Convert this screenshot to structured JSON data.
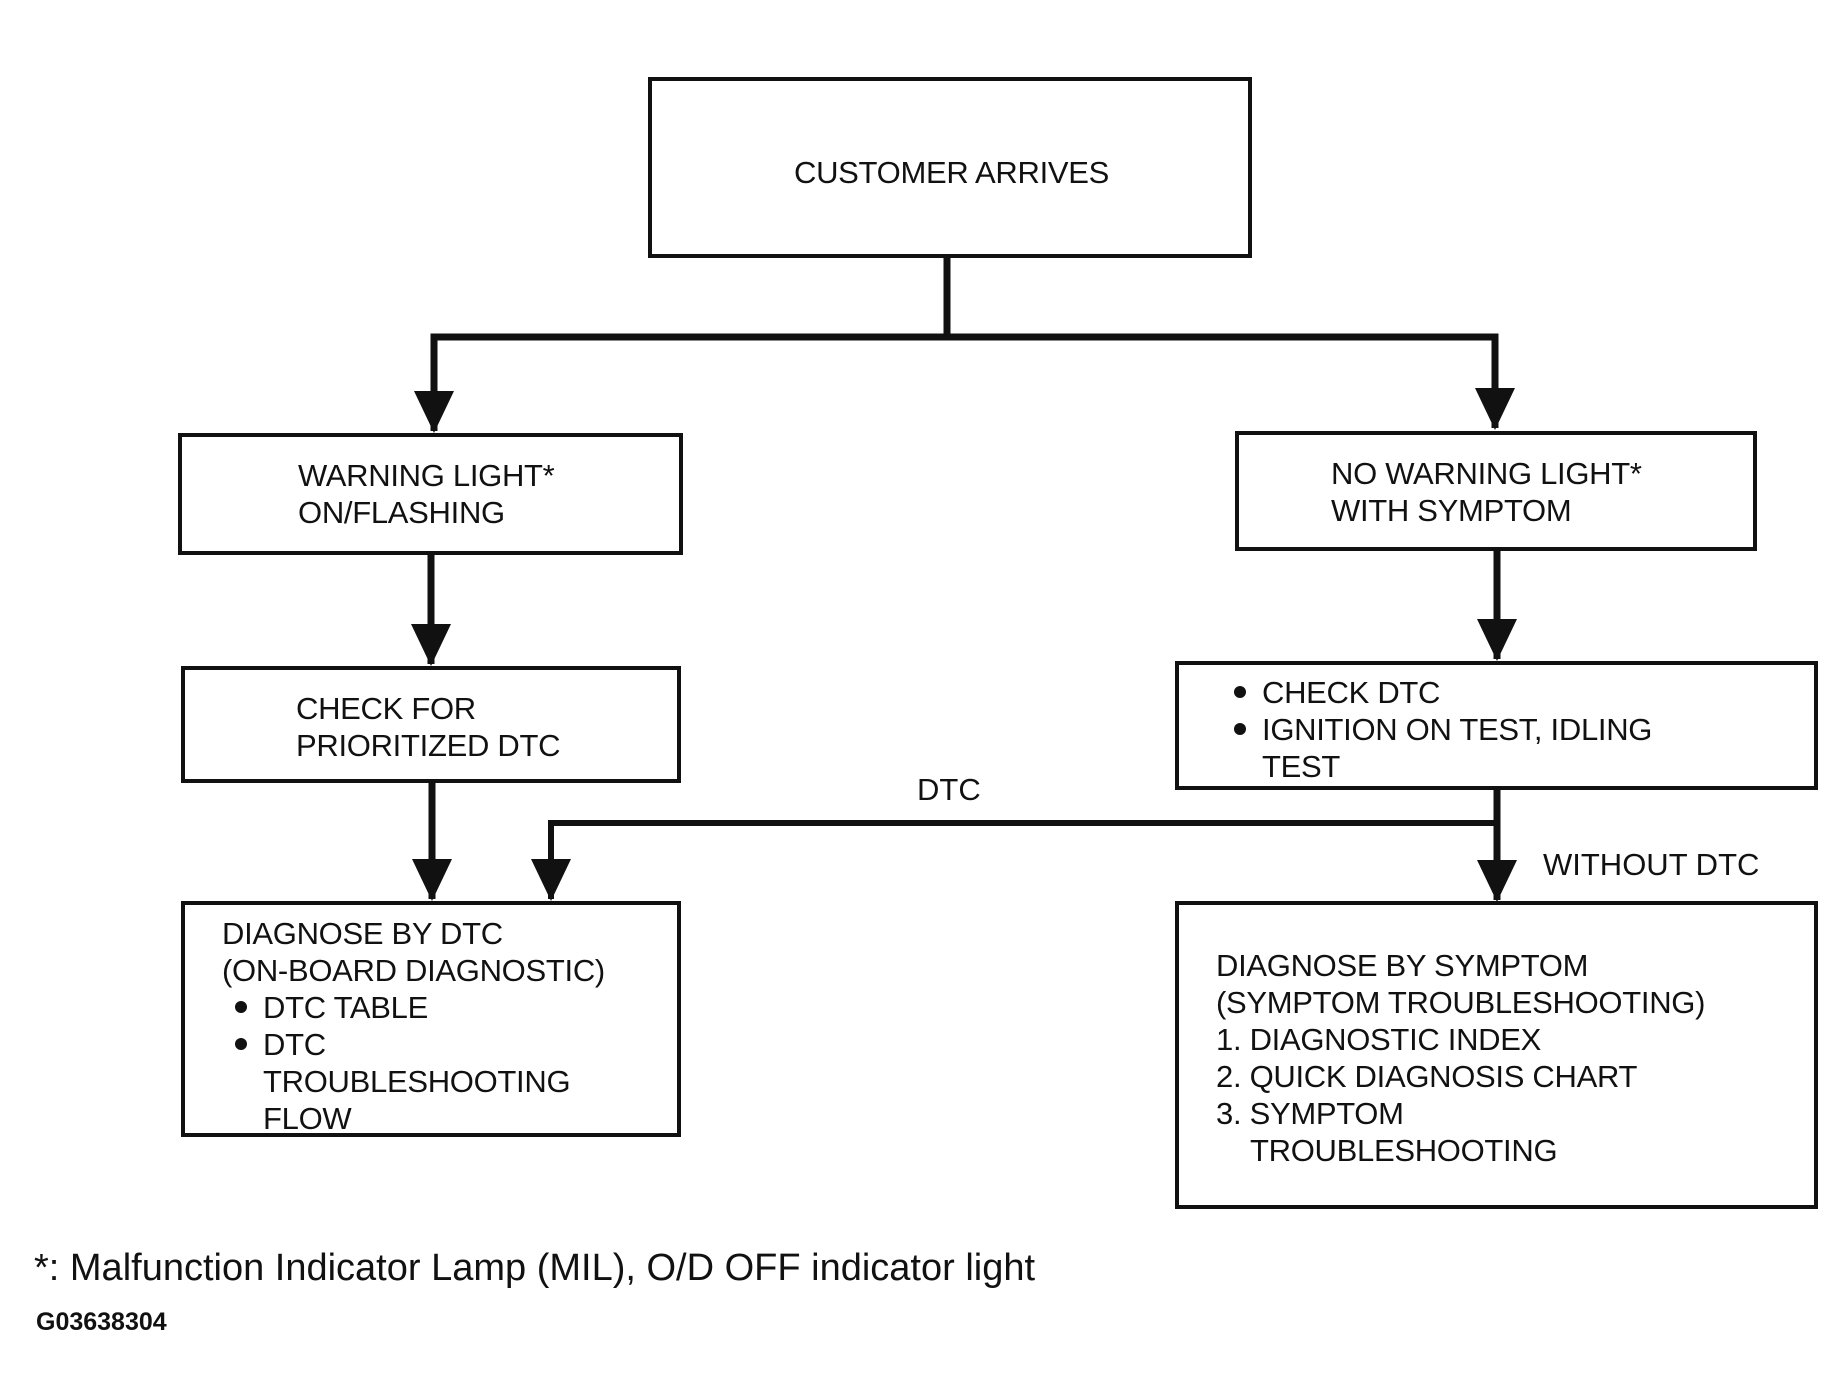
{
  "diagram": {
    "nodes": {
      "customer_arrives": {
        "lines": [
          "CUSTOMER ARRIVES"
        ]
      },
      "warning_light": {
        "lines": [
          "WARNING LIGHT*",
          "ON/FLASHING"
        ]
      },
      "no_warning_light": {
        "lines": [
          "NO WARNING LIGHT*",
          "WITH SYMPTOM"
        ]
      },
      "check_prioritized": {
        "lines": [
          "CHECK FOR",
          "PRIORITIZED DTC"
        ]
      },
      "check_dtc": {
        "bullets": [
          [
            "CHECK DTC"
          ],
          [
            "IGNITION ON TEST, IDLING",
            "TEST"
          ]
        ]
      },
      "diagnose_dtc": {
        "lines": [
          "DIAGNOSE BY DTC",
          "(ON-BOARD DIAGNOSTIC)"
        ],
        "bullets": [
          [
            "DTC TABLE"
          ],
          [
            "DTC",
            "TROUBLESHOOTING",
            "FLOW"
          ]
        ]
      },
      "diagnose_symptom": {
        "lines": [
          "DIAGNOSE BY SYMPTOM",
          "(SYMPTOM TROUBLESHOOTING)"
        ],
        "items": [
          [
            "1. DIAGNOSTIC INDEX"
          ],
          [
            "2. QUICK DIAGNOSIS CHART"
          ],
          [
            "3. SYMPTOM",
            "TROUBLESHOOTING"
          ]
        ]
      }
    },
    "edges": [
      {
        "from": "customer_arrives",
        "to": "warning_light",
        "label": ""
      },
      {
        "from": "customer_arrives",
        "to": "no_warning_light",
        "label": ""
      },
      {
        "from": "warning_light",
        "to": "check_prioritized",
        "label": ""
      },
      {
        "from": "no_warning_light",
        "to": "check_dtc",
        "label": ""
      },
      {
        "from": "check_prioritized",
        "to": "diagnose_dtc",
        "label": ""
      },
      {
        "from": "check_dtc",
        "to": "diagnose_dtc",
        "label": "DTC"
      },
      {
        "from": "check_dtc",
        "to": "diagnose_symptom",
        "label": "WITHOUT DTC"
      }
    ],
    "edge_labels": {
      "dtc": "DTC",
      "without_dtc": "WITHOUT DTC"
    }
  },
  "footnote": "*: Malfunction Indicator Lamp (MIL), O/D OFF indicator light",
  "figure_id": "G03638304",
  "colors": {
    "ink": "#111111",
    "background": "#ffffff"
  }
}
